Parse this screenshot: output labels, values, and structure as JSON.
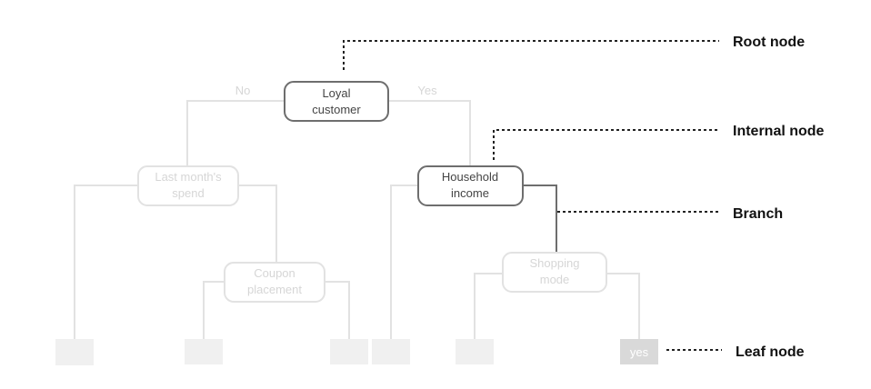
{
  "colors": {
    "highlight_stroke": "#6e6e6e",
    "highlight_text": "#444444",
    "faded_stroke": "#e2e2e2",
    "faded_text": "#d6d6d6",
    "faded_leaf_fill": "#f0f0f0",
    "leaf_yes_fill": "#d9d9d9",
    "leaf_yes_text": "#ffffff",
    "callout_line": "#222222"
  },
  "tree": {
    "root": {
      "line1": "Loyal",
      "line2": "customer"
    },
    "edge_no": "No",
    "edge_yes": "Yes",
    "last_month": {
      "line1": "Last month's",
      "line2": "spend"
    },
    "household": {
      "line1": "Household",
      "line2": "income"
    },
    "coupon": {
      "line1": "Coupon",
      "line2": "placement"
    },
    "shopping": {
      "line1": "Shopping",
      "line2": "mode"
    },
    "leaf_yes_label": "yes"
  },
  "callouts": {
    "root_node": "Root node",
    "internal_node": "Internal node",
    "branch": "Branch",
    "leaf_node": "Leaf node"
  }
}
